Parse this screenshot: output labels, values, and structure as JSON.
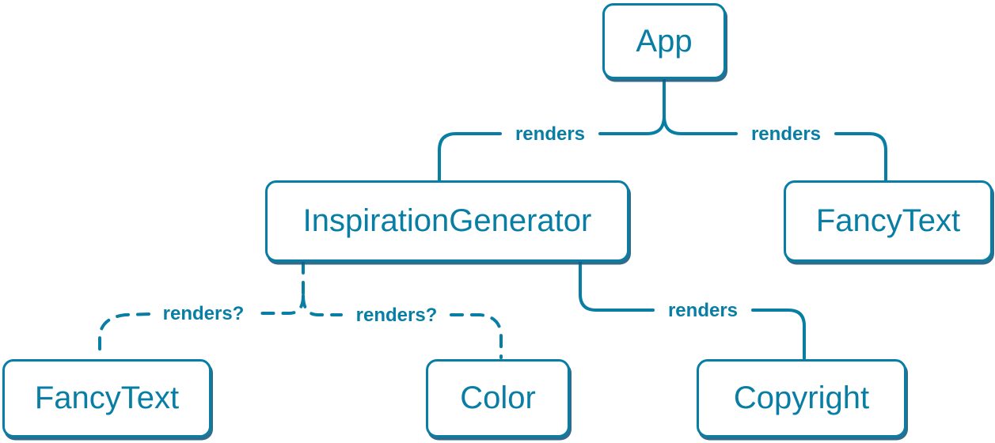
{
  "diagram": {
    "type": "render-tree",
    "colors": {
      "accent": "#087ea4",
      "shadow": "rgba(28,90,125,0.9)",
      "node_fill": "#ffffff",
      "background": "#ffffff"
    },
    "nodes": {
      "app": {
        "label": "App"
      },
      "inspiration_generator": {
        "label": "InspirationGenerator"
      },
      "fancy_text_top": {
        "label": "FancyText"
      },
      "fancy_text_bottom": {
        "label": "FancyText"
      },
      "color": {
        "label": "Color"
      },
      "copyright": {
        "label": "Copyright"
      }
    },
    "edges": [
      {
        "from": "App",
        "to": "InspirationGenerator",
        "label": "renders",
        "style": "solid"
      },
      {
        "from": "App",
        "to": "FancyText",
        "label": "renders",
        "style": "solid"
      },
      {
        "from": "InspirationGenerator",
        "to": "FancyText",
        "label": "renders?",
        "style": "dashed"
      },
      {
        "from": "InspirationGenerator",
        "to": "Color",
        "label": "renders?",
        "style": "dashed"
      },
      {
        "from": "InspirationGenerator",
        "to": "Copyright",
        "label": "renders",
        "style": "solid"
      }
    ]
  }
}
